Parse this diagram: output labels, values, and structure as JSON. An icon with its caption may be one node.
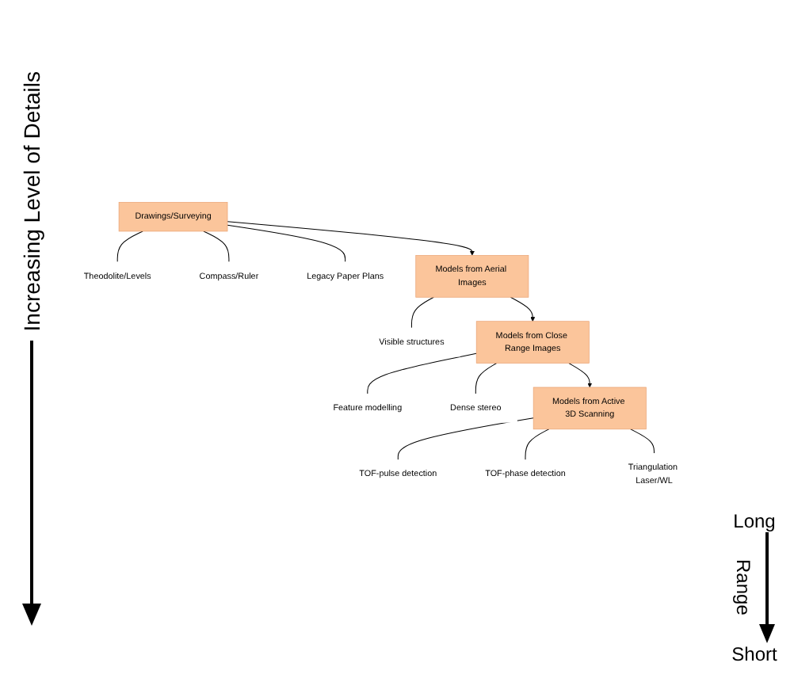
{
  "diagram": {
    "nodes": [
      {
        "text": [
          "Drawings/Surveying"
        ]
      },
      {
        "text": [
          "Theodolite/Levels"
        ]
      },
      {
        "text": [
          "Compass/Ruler"
        ]
      },
      {
        "text": [
          "Legacy Paper Plans"
        ]
      },
      {
        "text": [
          "Models from Aerial Images"
        ]
      },
      {
        "text": [
          "Visible structures"
        ]
      },
      {
        "text": [
          "Models from Close Range Images"
        ]
      },
      {
        "text": [
          "Feature modelling"
        ]
      },
      {
        "text": [
          "Dense stereo"
        ]
      },
      {
        "text": [
          "Models from Active 3D Scanning"
        ]
      },
      {
        "text": [
          "TOF-pulse detection"
        ]
      },
      {
        "text": [
          "TOF-phase detection"
        ]
      },
      {
        "text": [
          "Triangulation Laser/WL"
        ]
      }
    ],
    "edges": [
      {
        "from": 0,
        "to": 1,
        "arrow": "none"
      },
      {
        "from": 0,
        "to": 2,
        "arrow": "none"
      },
      {
        "from": 0,
        "to": 3,
        "arrow": "none"
      },
      {
        "from": 0,
        "to": 4,
        "arrow": "to"
      },
      {
        "from": 4,
        "to": 5,
        "arrow": "none"
      },
      {
        "from": 4,
        "to": 6,
        "arrow": "to"
      },
      {
        "from": 6,
        "to": 7,
        "arrow": "none"
      },
      {
        "from": 6,
        "to": 8,
        "arrow": "none"
      },
      {
        "from": 6,
        "to": 9,
        "arrow": "to"
      },
      {
        "from": 9,
        "to": 10,
        "arrow": "none"
      },
      {
        "from": 9,
        "to": 11,
        "arrow": "none"
      },
      {
        "from": 9,
        "to": 12,
        "arrow": "none"
      }
    ],
    "labels": [
      "Increasing Level of Details",
      "Long",
      "Range",
      "Short"
    ]
  }
}
